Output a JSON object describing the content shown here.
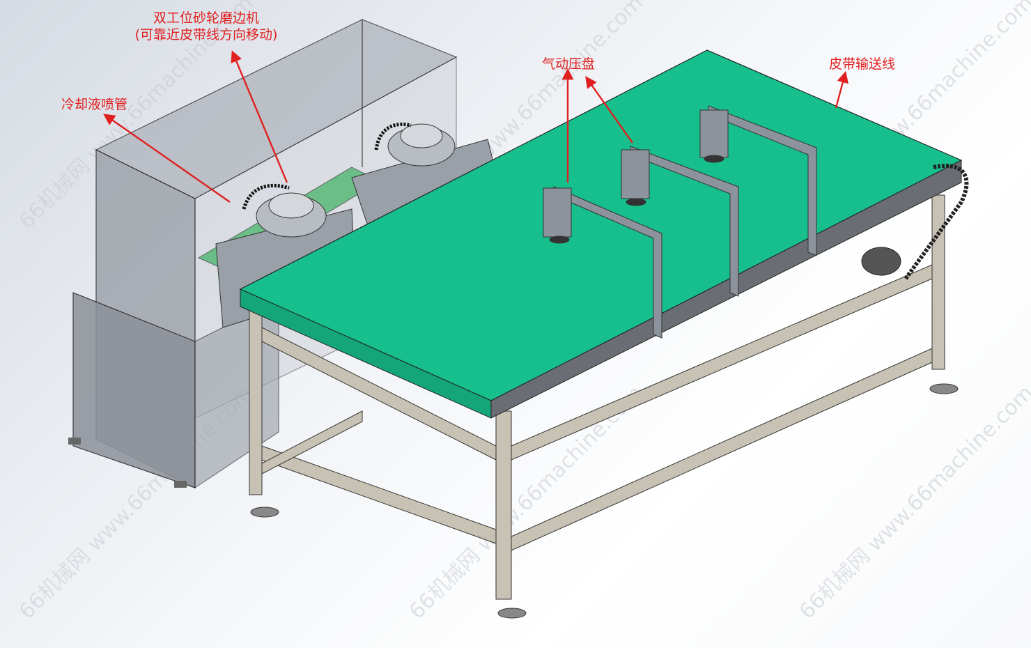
{
  "labels": {
    "grinder_line1": "双工位砂轮磨边机",
    "grinder_line2": "(可靠近皮带线方向移动)",
    "coolant": "冷却液喷管",
    "pneumatic": "气动压盘",
    "belt": "皮带输送线"
  },
  "watermark": {
    "text": "66机械网 www.66machine.com"
  },
  "colors": {
    "annotation": "#e02020",
    "belt": "#17bf8c",
    "frame": "#c8c2b4",
    "enclosure": "#8f949c",
    "watermark": "#c9ccd2"
  }
}
